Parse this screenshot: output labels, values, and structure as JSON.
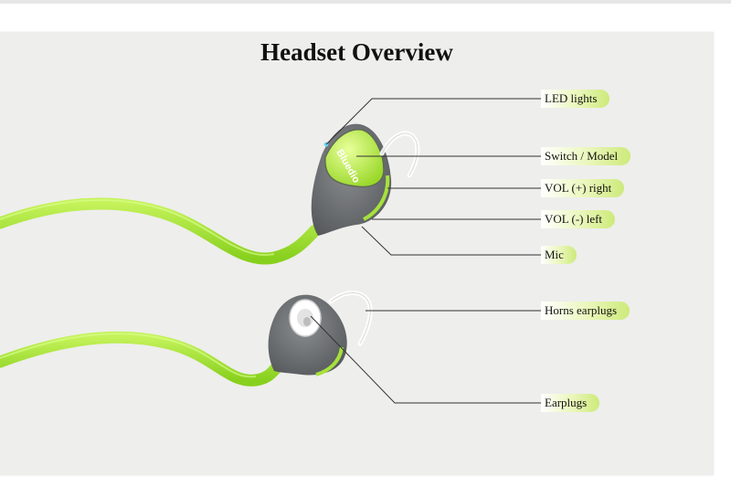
{
  "title": "Headset Overview",
  "brand_mark": "Bluedio",
  "colors": {
    "accent_green": "#9ee32a",
    "earbud_gray": "#6a6d70",
    "label_green": "#cdea7a"
  },
  "callouts": [
    {
      "id": "led-lights",
      "label": "LED lights"
    },
    {
      "id": "switch-model",
      "label": "Switch / Model"
    },
    {
      "id": "vol-plus-right",
      "label": "VOL (+) right"
    },
    {
      "id": "vol-minus-left",
      "label": "VOL (-) left"
    },
    {
      "id": "mic",
      "label": "Mic"
    },
    {
      "id": "horns-earplugs",
      "label": "Horns earplugs"
    },
    {
      "id": "earplugs",
      "label": "Earplugs"
    }
  ]
}
